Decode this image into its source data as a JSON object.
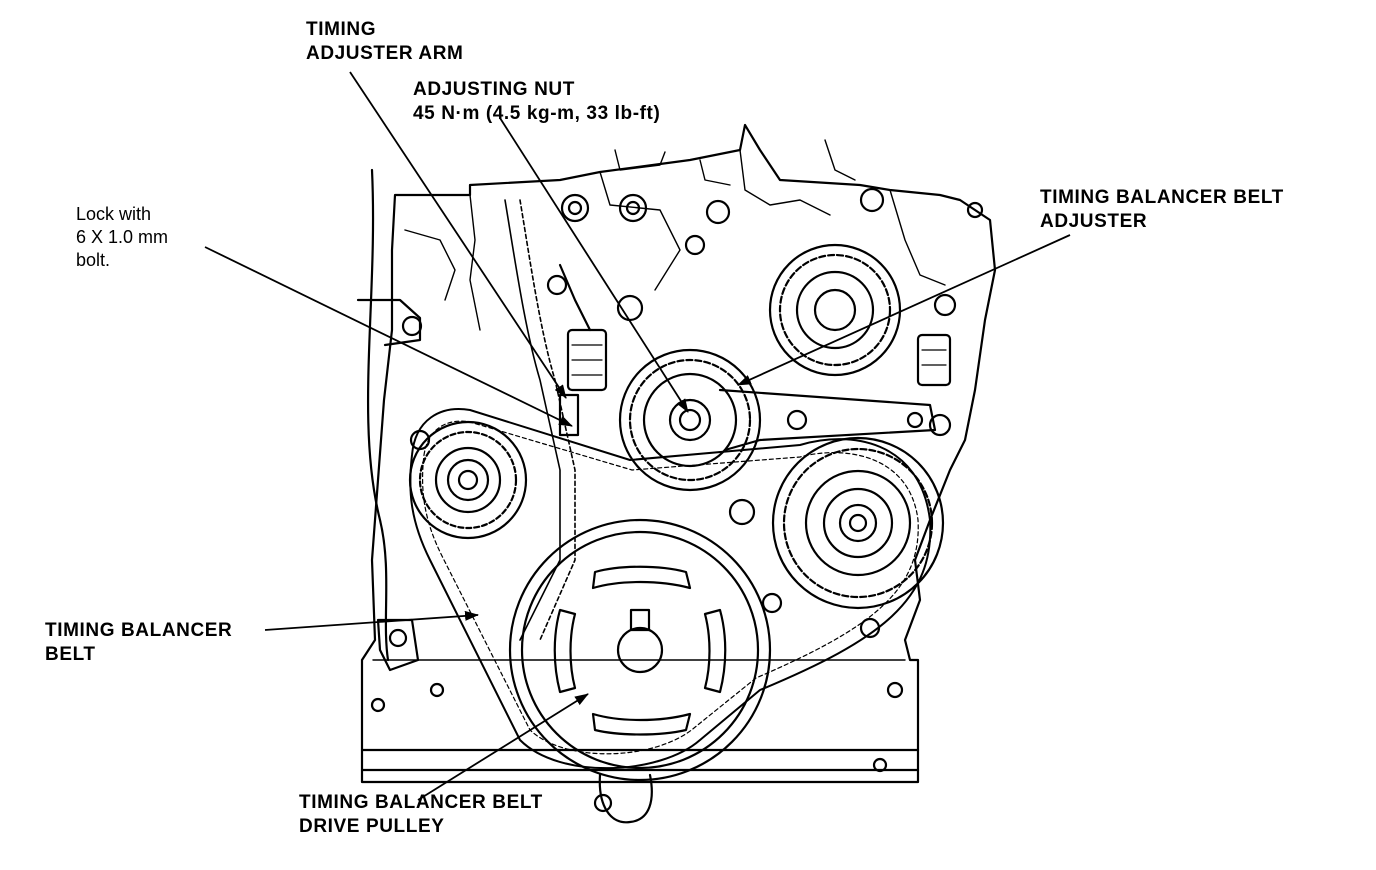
{
  "callouts": {
    "adjuster_arm": {
      "line1": "TIMING",
      "line2": "ADJUSTER ARM"
    },
    "adjusting_nut": {
      "line1": "ADJUSTING NUT",
      "line2": "45 N·m (4.5 kg-m, 33 lb-ft)"
    },
    "lock_bolt": {
      "line1": "Lock with",
      "line2": "6 X 1.0 mm",
      "line3": "bolt."
    },
    "belt_adjuster": {
      "line1": "TIMING BALANCER BELT",
      "line2": "ADJUSTER"
    },
    "balancer_belt": {
      "line1": "TIMING BALANCER",
      "line2": "BELT"
    },
    "drive_pulley": {
      "line1": "TIMING BALANCER BELT",
      "line2": "DRIVE PULLEY"
    }
  },
  "colors": {
    "ink": "#000000",
    "paper": "#ffffff"
  }
}
